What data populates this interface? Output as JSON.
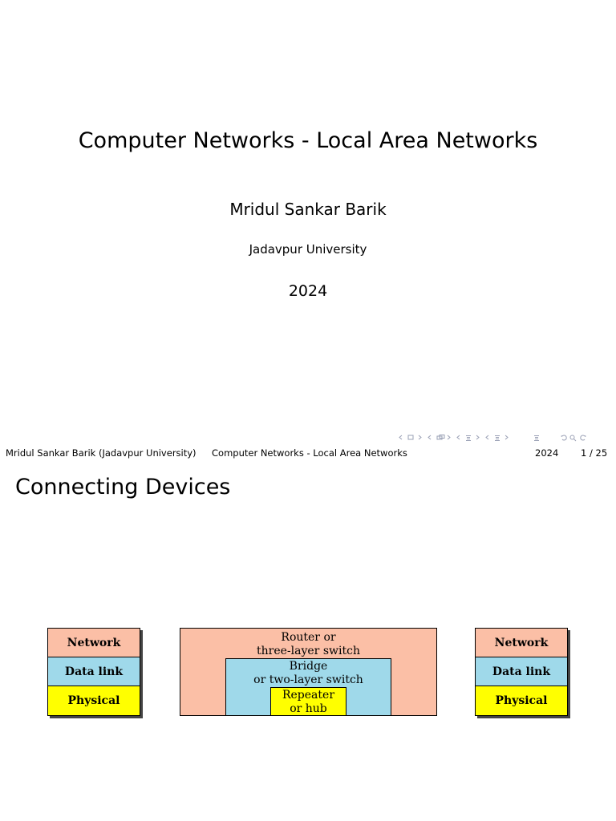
{
  "title_slide": {
    "title": "Computer Networks - Local Area Networks",
    "author": "Mridul Sankar Barik",
    "institute": "Jadavpur University",
    "date": "2024"
  },
  "footer": {
    "author": "Mridul Sankar Barik  (Jadavpur University)",
    "title": "Computer Networks - Local Area Networks",
    "date": "2024",
    "page": "1 / 25"
  },
  "slide2": {
    "title": "Connecting Devices"
  },
  "diagram": {
    "left_stack": [
      "Network",
      "Data link",
      "Physical"
    ],
    "right_stack": [
      "Network",
      "Data link",
      "Physical"
    ],
    "outer": {
      "line1": "Router or",
      "line2": "three-layer switch"
    },
    "middle": {
      "line1": "Bridge",
      "line2": "or two-layer switch"
    },
    "inner": {
      "line1": "Repeater",
      "line2": "or hub"
    },
    "colors": {
      "network": "#fbbfa6",
      "datalink": "#9fd9ea",
      "physical": "#ffff00"
    }
  },
  "nav_icons": [
    "arrow-left-icon",
    "frame-icon",
    "arrow-right-icon",
    "subsection-icon",
    "section-icon",
    "align-icon",
    "undo-icon",
    "search-icon",
    "redo-icon"
  ]
}
